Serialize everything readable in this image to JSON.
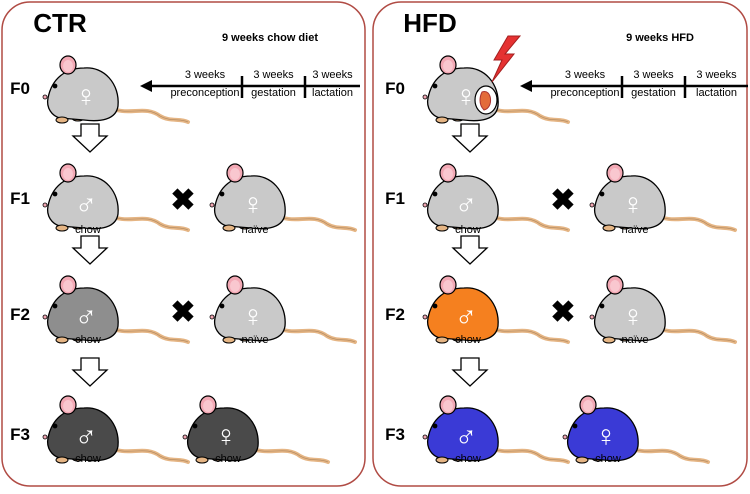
{
  "colors": {
    "panel_border": "#b04b44",
    "mouse_light": "#c9c9c9",
    "mouse_mid": "#8e8e8e",
    "mouse_dark": "#4a4a4a",
    "mouse_orange": "#f5801f",
    "mouse_blue": "#3a3ad6",
    "ear": "#f3a9b5",
    "tail": "#e5b584",
    "lightning": "#e53232"
  },
  "panels": [
    {
      "title": "CTR",
      "diet_label": "9 weeks chow diet",
      "timeline": [
        "3 weeks",
        "3 weeks",
        "3 weeks"
      ],
      "timeline_sub": [
        "preconception",
        "gestation",
        "lactation"
      ],
      "generations": [
        "F0",
        "F1",
        "F2",
        "F3"
      ],
      "f1_male_label": "chow",
      "f1_female_label": "naïve",
      "f2_male_label": "chow",
      "f2_female_label": "naïve",
      "f3_male_label": "chow",
      "f3_female_label": "chow"
    },
    {
      "title": "HFD",
      "diet_label": "9 weeks HFD",
      "timeline": [
        "3 weeks",
        "3 weeks",
        "3 weeks"
      ],
      "timeline_sub": [
        "preconception",
        "gestation",
        "lactation"
      ],
      "generations": [
        "F0",
        "F1",
        "F2",
        "F3"
      ],
      "f1_male_label": "chow",
      "f1_female_label": "naïve",
      "f2_male_label": "chow",
      "f2_female_label": "naïve",
      "f3_male_label": "chow",
      "f3_female_label": "chow"
    }
  ],
  "symbols": {
    "male": "♂",
    "female": "♀",
    "cross": "✖"
  }
}
